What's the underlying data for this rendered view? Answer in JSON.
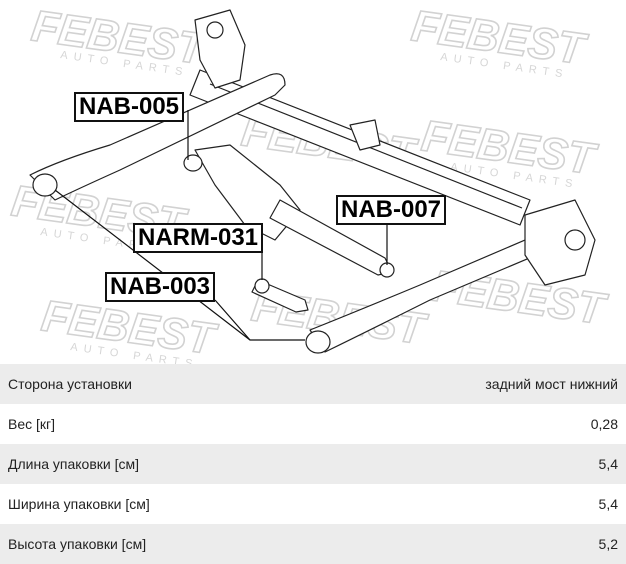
{
  "diagram": {
    "watermark_text": "FEBEST",
    "watermark_subtext": "AUTO PARTS",
    "labels": [
      "NAB-005",
      "NAB-007",
      "NARM-031",
      "NAB-003"
    ]
  },
  "specs": [
    {
      "label": "Сторона установки",
      "value": "задний мост нижний"
    },
    {
      "label": "Вес [кг]",
      "value": "0,28"
    },
    {
      "label": "Длина упаковки [см]",
      "value": "5,4"
    },
    {
      "label": "Ширина упаковки [см]",
      "value": "5,4"
    },
    {
      "label": "Высота упаковки [см]",
      "value": "5,2"
    }
  ]
}
